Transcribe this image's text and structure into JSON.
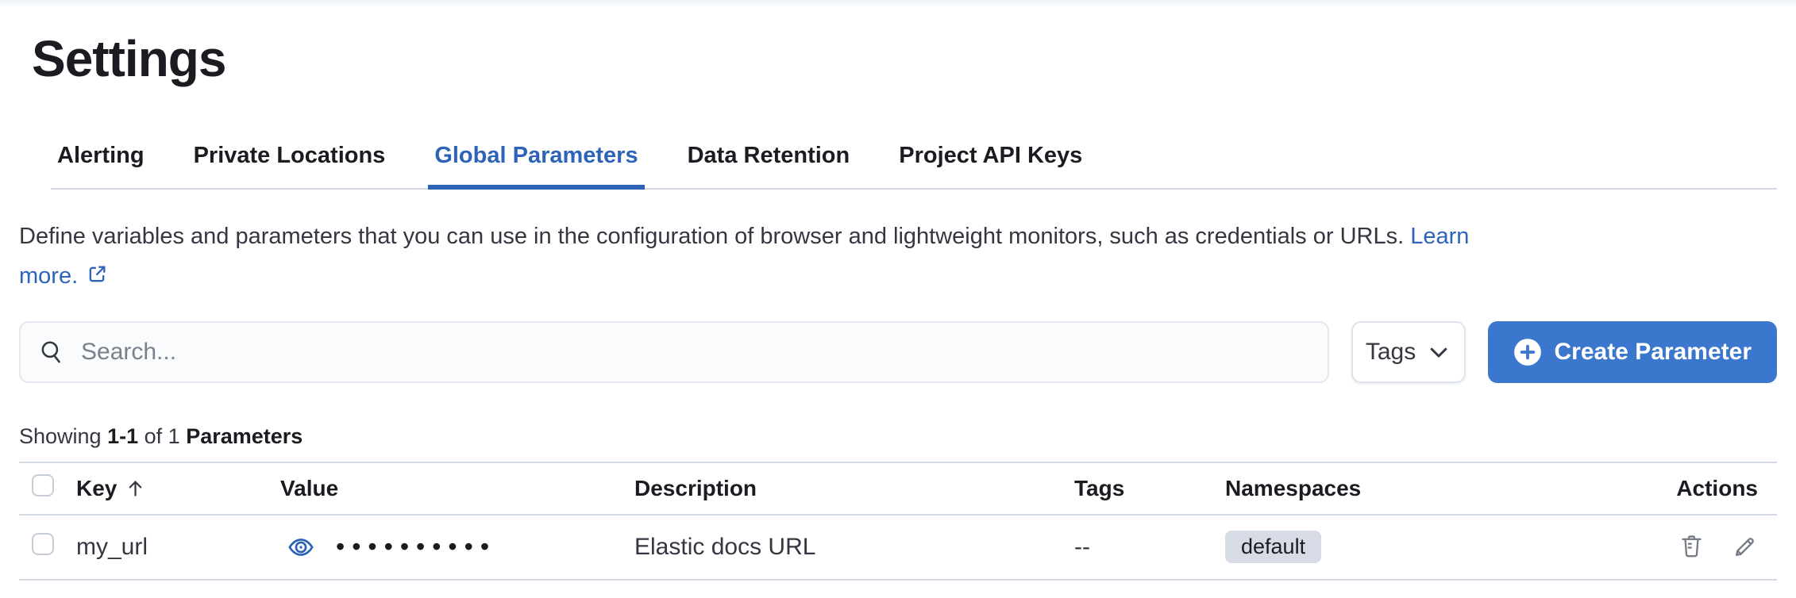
{
  "page": {
    "title": "Settings"
  },
  "tabs": [
    {
      "label": "Alerting"
    },
    {
      "label": "Private Locations"
    },
    {
      "label": "Global Parameters"
    },
    {
      "label": "Data Retention"
    },
    {
      "label": "Project API Keys"
    }
  ],
  "active_tab": "Global Parameters",
  "description": {
    "text": "Define variables and parameters that you can use in the configuration of browser and lightweight monitors, such as credentials or URLs.",
    "link_part1": "Learn",
    "link_part2": "more."
  },
  "toolbar": {
    "search_placeholder": "Search...",
    "tags_label": "Tags",
    "create_label": "Create Parameter"
  },
  "summary": {
    "showing": "Showing",
    "range": "1-1",
    "of": "of 1",
    "noun": "Parameters"
  },
  "table": {
    "columns": [
      "Key",
      "Value",
      "Description",
      "Tags",
      "Namespaces",
      "Actions"
    ],
    "sort": {
      "column": "Key",
      "direction": "ascending",
      "indicator": "up-arrow"
    },
    "rows": [
      {
        "key": "my_url",
        "value_masked": "••••••••••",
        "description": "Elastic docs URL",
        "tags": "--",
        "namespaces": [
          "default"
        ]
      }
    ]
  },
  "colors": {
    "primary_button": "#3b77cc",
    "link": "#2e64b8",
    "divider": "#d3dae6",
    "badge_bg": "#d6dbe5",
    "text": "#343741",
    "heading": "#1a1c21",
    "icon_gray": "#757c86"
  }
}
